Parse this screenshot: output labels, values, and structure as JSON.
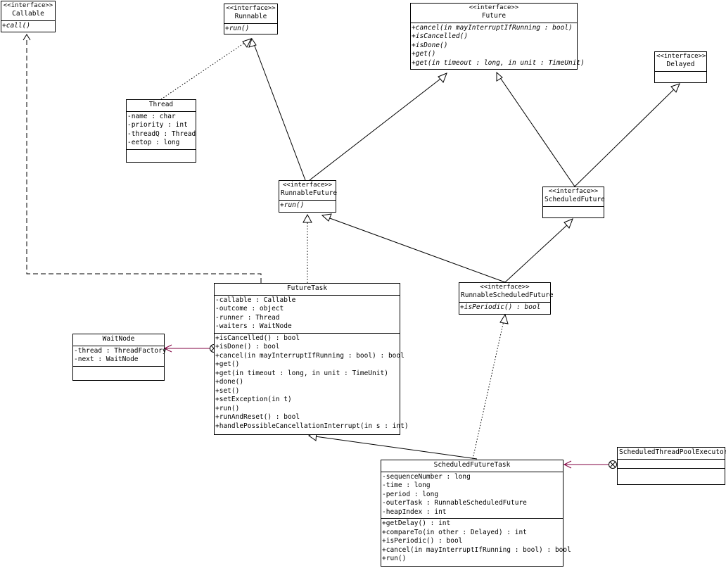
{
  "classes": {
    "callable": {
      "stereotype": "<<interface>>",
      "name": "Callable",
      "methods": [
        "+call()"
      ]
    },
    "runnable": {
      "stereotype": "<<interface>>",
      "name": "Runnable",
      "methods": [
        "+run()"
      ]
    },
    "future": {
      "stereotype": "<<interface>>",
      "name": "Future",
      "methods": [
        "+cancel(in mayInterruptIfRunning : bool)",
        "+isCancelled()",
        "+isDone()",
        "+get()",
        "+get(in timeout : long, in unit : TimeUnit)"
      ]
    },
    "delayed": {
      "stereotype": "<<interface>>",
      "name": "Delayed"
    },
    "thread": {
      "name": "Thread",
      "attributes": [
        "-name : char",
        "-priority : int",
        "-threadQ : Thread",
        "-eetop : long"
      ]
    },
    "runnable_future": {
      "stereotype": "<<interface>>",
      "name": "RunnableFuture",
      "methods": [
        "+run()"
      ]
    },
    "scheduled_future": {
      "stereotype": "<<interface>>",
      "name": "ScheduledFuture"
    },
    "future_task": {
      "name": "FutureTask",
      "attributes": [
        "-callable : Callable",
        "-outcome : object",
        "-runner : Thread",
        "-waiters : WaitNode"
      ],
      "methods": [
        "+isCancelled() : bool",
        "+isDone() : bool",
        "+cancel(in mayInterruptIfRunning : bool) : bool",
        "+get()",
        "+get(in timeout : long, in unit : TimeUnit)",
        "+done()",
        "+set()",
        "+setException(in t)",
        "+run()",
        "+runAndReset() : bool",
        "+handlePossibleCancellationInterrupt(in s : int)"
      ]
    },
    "runnable_scheduled_future": {
      "stereotype": "<<interface>>",
      "name": "RunnableScheduledFuture",
      "methods": [
        "+isPeriodic() : bool"
      ]
    },
    "wait_node": {
      "name": "WaitNode",
      "attributes": [
        "-thread : ThreadFactory",
        "-next : WaitNode"
      ]
    },
    "scheduled_future_task": {
      "name": "ScheduledFutureTask",
      "attributes": [
        "-sequenceNumber : long",
        "-time : long",
        "-period : long",
        "-outerTask : RunnableScheduledFuture",
        "-heapIndex : int"
      ],
      "methods": [
        "+getDelay() : int",
        "+compareTo(in other : Delayed) : int",
        "+isPeriodic() : bool",
        "+cancel(in mayInterruptIfRunning : bool) : bool",
        "+run()"
      ]
    },
    "scheduled_thread_pool_executor": {
      "name": "ScheduledThreadPoolExecutor"
    }
  },
  "colors": {
    "line": "#000000",
    "composition": "#800040"
  }
}
